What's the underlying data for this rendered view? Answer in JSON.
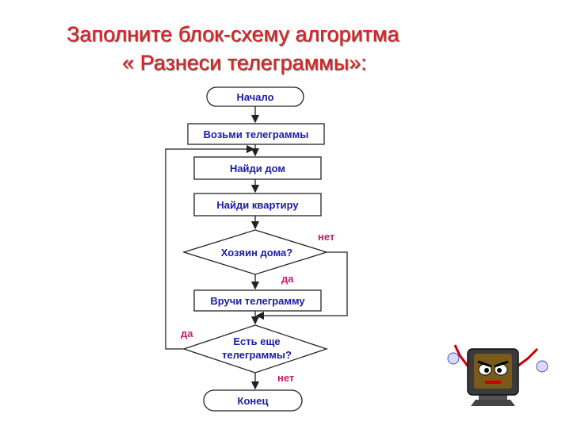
{
  "title": {
    "line1": "Заполните блок-схему алгоритма",
    "line2": "« Разнеси телеграммы»:"
  },
  "nodes": {
    "start": "Начало",
    "take": "Возьми телеграммы",
    "find_house": "Найди дом",
    "find_apartment": "Найди квартиру",
    "owner_home": "Хозяин дома?",
    "deliver": "Вручи телеграмму",
    "more_1": "Есть еще",
    "more_2": "телеграммы?",
    "end": "Конец"
  },
  "edges": {
    "owner_no": "нет",
    "owner_yes": "да",
    "more_yes": "да",
    "more_no": "нет"
  },
  "colors": {
    "title": "#e02020",
    "node_text": "#1b1ba8",
    "edge_label": "#c0206a",
    "stroke": "#222222"
  },
  "icons": [
    "computer-mascot-icon"
  ]
}
